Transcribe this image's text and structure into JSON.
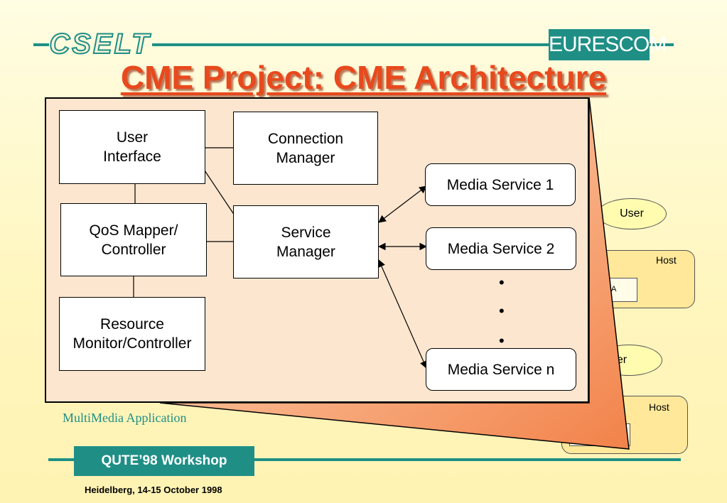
{
  "header": {
    "left_logo": "CSELT",
    "right_logo": "EURESCOM",
    "title": "CME Project: CME Architecture"
  },
  "colors": {
    "teal": "#1f8f86",
    "title_orange": "#e8491d",
    "panel_fill": "#fde6cf",
    "fold_orange": "#f4864f",
    "host_fill": "#ffe89a"
  },
  "background_diagram": {
    "user_top": "User",
    "host_top": "Host",
    "inner_box_top": "A",
    "user_bottom_partial": "er",
    "host_bottom": "Host"
  },
  "architecture": {
    "user_interface": "User\nInterface",
    "connection_manager": "Connection\nManager",
    "qos_mapper": "QoS Mapper/\nController",
    "service_manager": "Service\nManager",
    "resource_monitor": "Resource\nMonitor/Controller",
    "media_service_1": "Media Service 1",
    "media_service_2": "Media Service 2",
    "media_service_n": "Media Service n",
    "ellipsis_dot": "•"
  },
  "caption": "MultiMedia Application",
  "footer": {
    "workshop": "QUTE’98 Workshop",
    "date": "Heidelberg, 14-15 October 1998"
  }
}
